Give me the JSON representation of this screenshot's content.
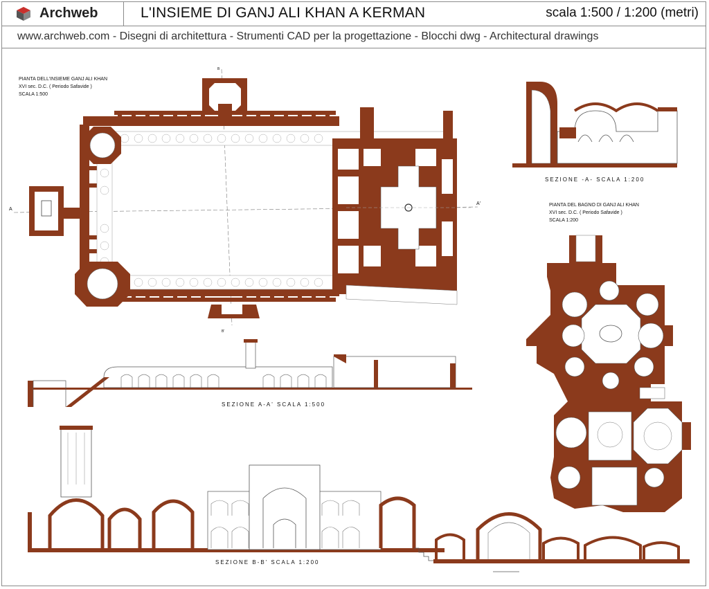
{
  "header": {
    "brand": "Archweb",
    "title": "L'INSIEME DI GANJ ALI KHAN A KERMAN",
    "scale": "scala 1:500 / 1:200 (metri)"
  },
  "subheader": {
    "tagline": "www.archweb.com  -  Disegni di architettura - Strumenti CAD  per la progettazione - Blocchi dwg  -  Architectural drawings"
  },
  "plan_note": {
    "line1": "PIANTA DELL'INSIEME  GANJ ALI KHAN",
    "line2": "XVI sec. D.C.  ( Periodo Safavide )",
    "line3": "SCALA 1:500"
  },
  "bath_note": {
    "line1": "PIANTA DEL BAGNO DI GANJ ALI KHAN",
    "line2": "XVI sec. D.C.  ( Periodo Safavide )",
    "line3": "SCALA 1:200"
  },
  "captions": {
    "section_a": "SEZIONE  -A-        SCALA 1:200",
    "section_aa": "SEZIONE  A-A'      SCALA 1:500",
    "section_bb": "SEZIONE  B-B'      SCALA 1:200"
  },
  "section_marks": {
    "a_left": "A",
    "a_right": "A'",
    "b_top": "B",
    "b_bottom": "B'"
  },
  "colors": {
    "wall": "#8b3a1c",
    "line": "#555555",
    "frame": "#8a8a8a"
  }
}
